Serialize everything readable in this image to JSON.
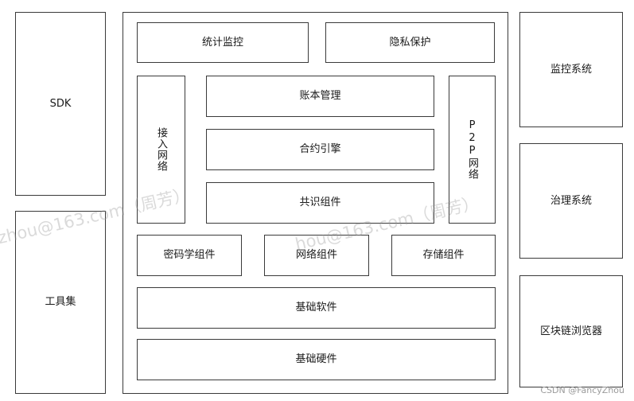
{
  "left_column": {
    "sdk": "SDK",
    "toolset": "工具集"
  },
  "center": {
    "stats_monitoring": "统计监控",
    "privacy_protection": "隐私保护",
    "access_network": "接入网络",
    "ledger_management": "账本管理",
    "contract_engine": "合约引擎",
    "consensus_component": "共识组件",
    "p2p_network": "P2P网络",
    "crypto_component": "密码学组件",
    "network_component": "网络组件",
    "storage_component": "存储组件",
    "base_software": "基础软件",
    "base_hardware": "基础硬件"
  },
  "right_column": {
    "monitoring_system": "监控系统",
    "governance_system": "治理系统",
    "blockchain_browser": "区块链浏览器"
  },
  "watermarks": {
    "left": "zhou@163.com（周芳）",
    "center": "hou@163.com（周芳）"
  },
  "credit": "CSDN @FancyZhou"
}
